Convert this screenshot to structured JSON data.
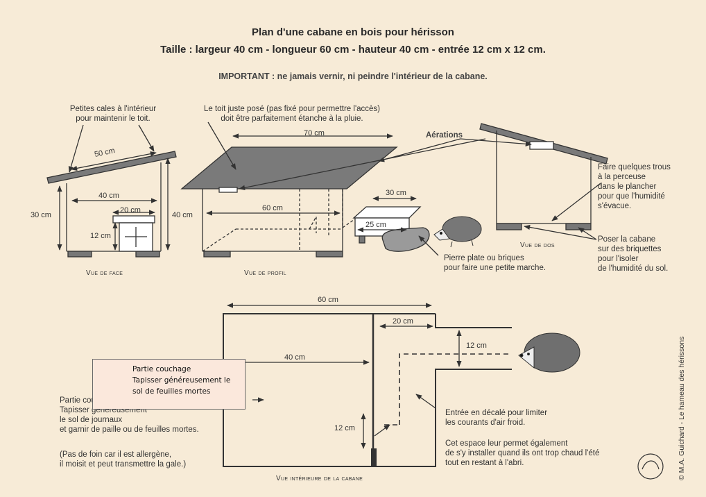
{
  "header": {
    "title": "Plan d'une cabane en bois pour hérisson",
    "dimensions": "Taille  : largeur 40 cm - longueur 60 cm - hauteur 40 cm - entrée 12 cm x 12 cm.",
    "important": "IMPORTANT : ne jamais vernir, ni peindre l'intérieur de la cabane."
  },
  "front_view": {
    "note_line1": "Petites cales à l'intérieur",
    "note_line2": "pour maintenir le toit.",
    "roof_dim": "50 cm",
    "width_dim": "40 cm",
    "entrance_w": "20 cm",
    "entrance_h": "12 cm",
    "left_h": "30 cm",
    "right_h": "40 cm",
    "caption": "Vue de face"
  },
  "side_view": {
    "note_line1": "Le toit juste posé (pas fixé pour permettre l'accès)",
    "note_line2": "doit être parfaitement étanche à la pluie.",
    "roof_len": "70 cm",
    "body_len": "60 cm",
    "porch_len": "30 cm",
    "porch_w": "25 cm",
    "caption": "Vue de profil",
    "stone_line1": "Pierre plate ou briques",
    "stone_line2": "pour faire une petite marche."
  },
  "back_view": {
    "ventilation": "Aérations",
    "holes_l1": "Faire quelques trous",
    "holes_l2": "à la perceuse",
    "holes_l3": "dans le plancher",
    "holes_l4": "pour que l'humidité",
    "holes_l5": "s'évacue.",
    "bricks_l1": "Poser la cabane",
    "bricks_l2": "sur des briquettes",
    "bricks_l3": "pour l'isoler",
    "bricks_l4": "de l'humidité du sol.",
    "caption": "Vue de dos"
  },
  "interior_view": {
    "length": "60 cm",
    "width": "40 cm",
    "corridor": "20 cm",
    "entrance": "12 cm",
    "offset": "12 cm",
    "bed_l1": "Partie couchage",
    "bed_l2": "Tapisser généreusement",
    "bed_l3": "le sol de journaux",
    "bed_l4": "et garnir de paille ou de feuilles mortes.",
    "hay_l1": "(Pas de foin car il est allergène,",
    "hay_l2": "il moisit et peut transmettre la gale.)",
    "offset_l1": "Entrée en décalé pour limiter",
    "offset_l2": "les courants d'air froid.",
    "space_l1": "Cet espace leur permet également",
    "space_l2": "de s'y installer quand ils ont trop chaud l'été",
    "space_l3": "tout en restant à l'abri.",
    "caption": "Vue intérieure de la cabane"
  },
  "overlay_note": {
    "line1": "Partie couchage",
    "line2": "Tapisser généreusement le",
    "line3": "sol de feuilles mortes"
  },
  "credit": "© M.A. Guichard - Le hameau des hérissons"
}
